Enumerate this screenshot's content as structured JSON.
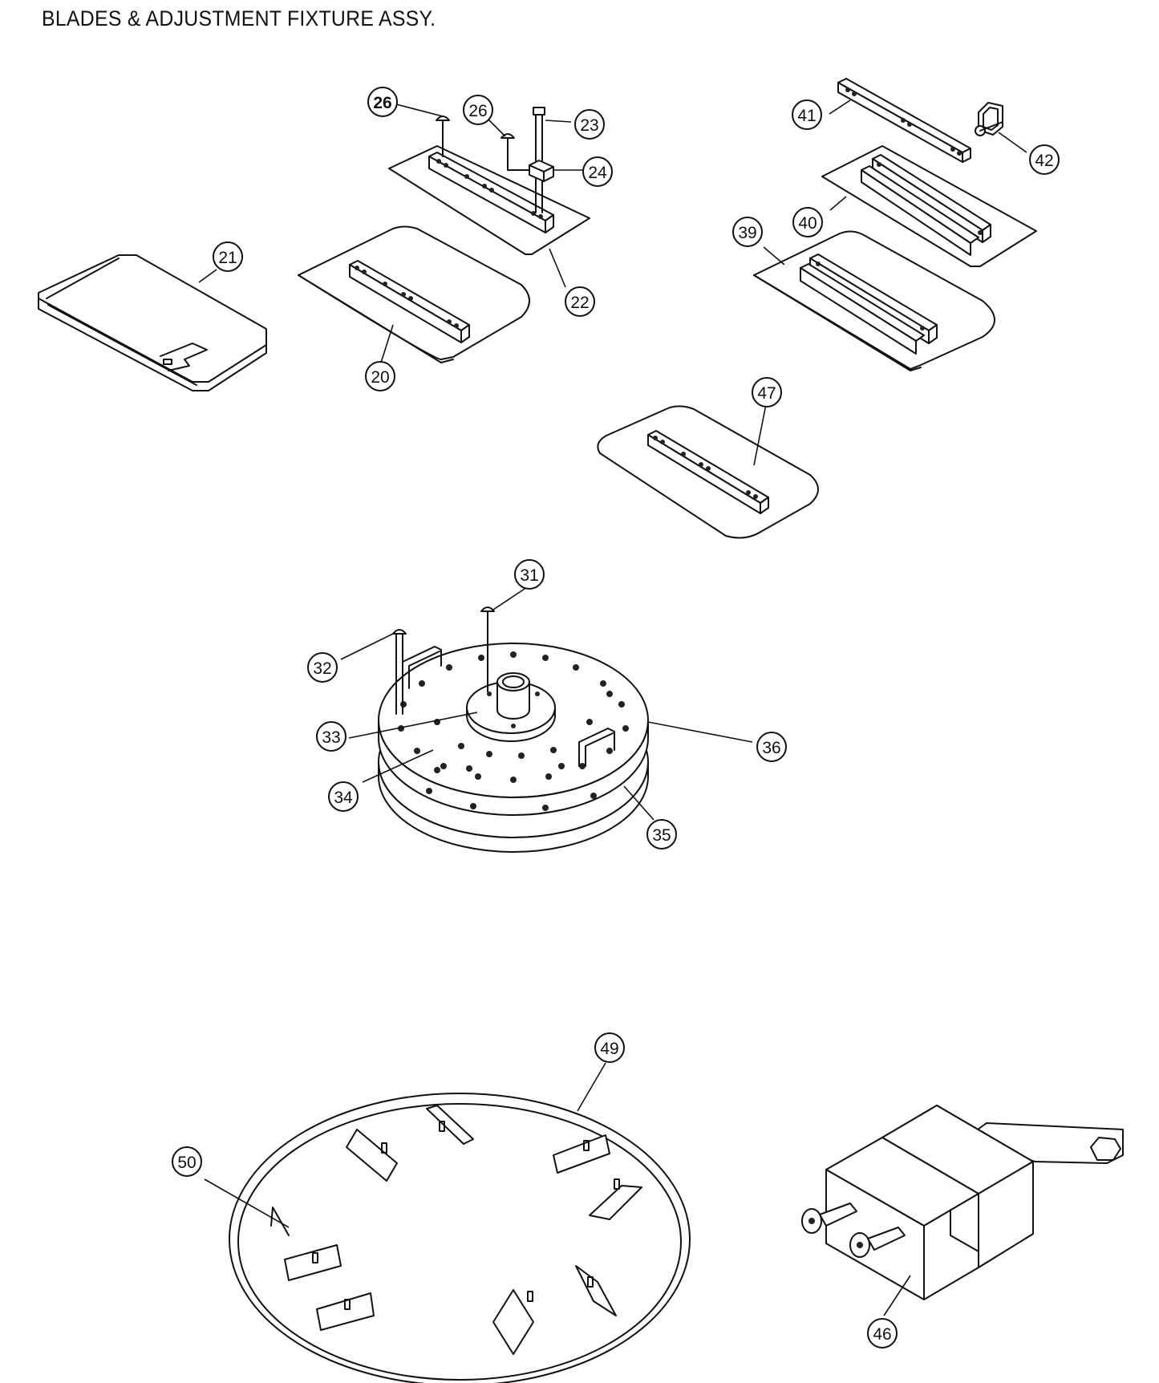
{
  "title": "BLADES & ADJUSTMENT FIXTURE ASSY.",
  "callouts": [
    {
      "label": "26",
      "part": "carriage-bolt"
    },
    {
      "label": "26",
      "part": "carriage-bolt"
    },
    {
      "label": "23",
      "part": "bolt"
    },
    {
      "label": "24",
      "part": "block"
    },
    {
      "label": "21",
      "part": "blade"
    },
    {
      "label": "22",
      "part": "blade"
    },
    {
      "label": "20",
      "part": "blade"
    },
    {
      "label": "41",
      "part": "bar"
    },
    {
      "label": "42",
      "part": "pin-clip"
    },
    {
      "label": "40",
      "part": "blade"
    },
    {
      "label": "39",
      "part": "blade"
    },
    {
      "label": "47",
      "part": "blade"
    },
    {
      "label": "31",
      "part": "carriage-bolt"
    },
    {
      "label": "32",
      "part": "carriage-bolt"
    },
    {
      "label": "33",
      "part": "hub"
    },
    {
      "label": "36",
      "part": "disc"
    },
    {
      "label": "34",
      "part": "disc"
    },
    {
      "label": "35",
      "part": "disc"
    },
    {
      "label": "49",
      "part": "float-pan"
    },
    {
      "label": "50",
      "part": "clip"
    },
    {
      "label": "46",
      "part": "fixture-block"
    }
  ]
}
